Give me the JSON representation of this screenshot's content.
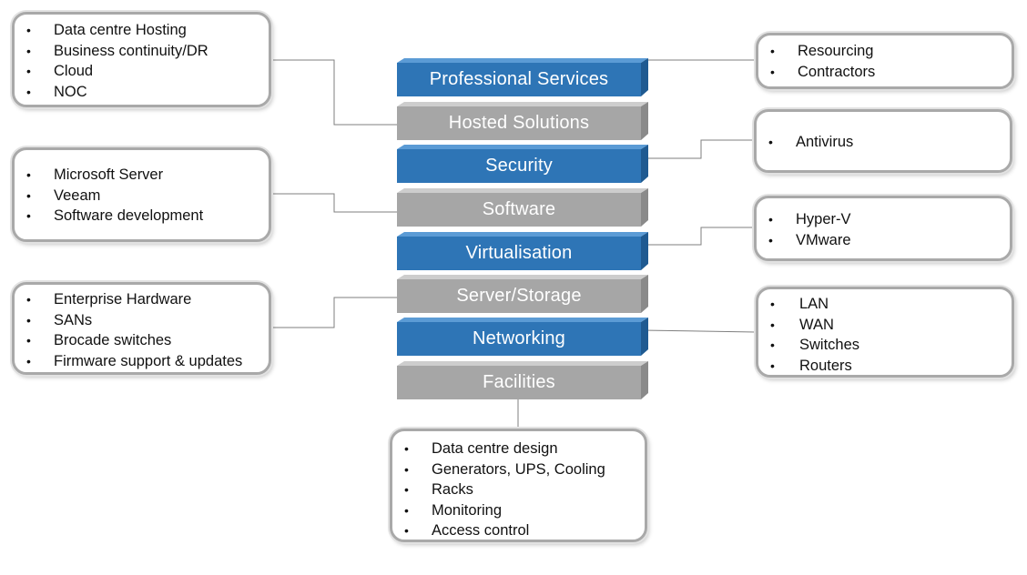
{
  "colors": {
    "blue_face": "#2e75b6",
    "blue_top": "#5b9bd5",
    "blue_side": "#1f5a91",
    "gray_face": "#a6a6a6",
    "gray_top": "#cdcdcd",
    "gray_side": "#8a8a8a",
    "connector": "#7f7f7f",
    "box_border": "#a9a9a9"
  },
  "layers": [
    {
      "label": "Professional Services",
      "color": "blue"
    },
    {
      "label": "Hosted Solutions",
      "color": "gray"
    },
    {
      "label": "Security",
      "color": "blue"
    },
    {
      "label": "Software",
      "color": "gray"
    },
    {
      "label": "Virtualisation",
      "color": "blue"
    },
    {
      "label": "Server/Storage",
      "color": "gray"
    },
    {
      "label": "Networking",
      "color": "blue"
    },
    {
      "label": "Facilities",
      "color": "gray"
    }
  ],
  "boxes": {
    "hosted_solutions": [
      "Data centre Hosting",
      "Business continuity/DR",
      "Cloud",
      "NOC"
    ],
    "software": [
      "Microsoft Server",
      "Veeam",
      "Software development"
    ],
    "server_storage": [
      "Enterprise Hardware",
      "SANs",
      "Brocade switches",
      "Firmware support & updates"
    ],
    "professional_services": [
      "Resourcing",
      "Contractors"
    ],
    "security": [
      "Antivirus"
    ],
    "virtualisation": [
      "Hyper-V",
      "VMware"
    ],
    "networking": [
      "LAN",
      "WAN",
      "Switches",
      "Routers"
    ],
    "facilities": [
      "Data centre design",
      "Generators, UPS, Cooling",
      "Racks",
      "Monitoring",
      "Access control"
    ]
  }
}
